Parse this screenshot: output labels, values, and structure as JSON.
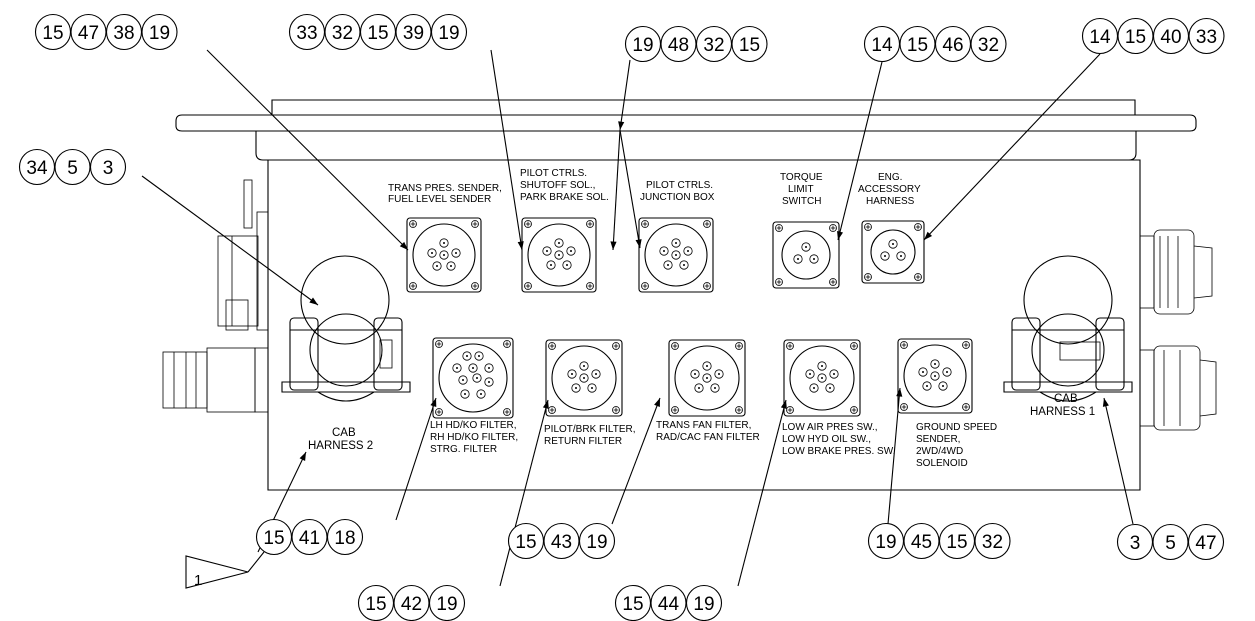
{
  "callouts": [
    {
      "id": "c1",
      "numbers": [
        "15",
        "47",
        "38",
        "19"
      ]
    },
    {
      "id": "c2",
      "numbers": [
        "33",
        "32",
        "15",
        "39",
        "19"
      ]
    },
    {
      "id": "c3",
      "numbers": [
        "19",
        "48",
        "32",
        "15"
      ]
    },
    {
      "id": "c4",
      "numbers": [
        "14",
        "15",
        "46",
        "32"
      ]
    },
    {
      "id": "c5",
      "numbers": [
        "14",
        "15",
        "40",
        "33"
      ]
    },
    {
      "id": "c6",
      "numbers": [
        "34",
        "5",
        "3"
      ]
    },
    {
      "id": "c7",
      "numbers": [
        "15",
        "41",
        "18"
      ]
    },
    {
      "id": "c8",
      "numbers": [
        "15",
        "42",
        "19"
      ]
    },
    {
      "id": "c9",
      "numbers": [
        "15",
        "43",
        "19"
      ]
    },
    {
      "id": "c10",
      "numbers": [
        "15",
        "44",
        "19"
      ]
    },
    {
      "id": "c11",
      "numbers": [
        "19",
        "45",
        "15",
        "32"
      ]
    },
    {
      "id": "c12",
      "numbers": [
        "3",
        "5",
        "47"
      ]
    }
  ],
  "labels": {
    "trans_pres": [
      "TRANS PRES. SENDER,",
      "FUEL LEVEL SENDER"
    ],
    "pilot_ctrls_shutoff": [
      "PILOT CTRLS.",
      "SHUTOFF SOL.,",
      "PARK BRAKE SOL."
    ],
    "pilot_ctrls_junction": [
      "PILOT CTRLS.",
      "JUNCTION BOX"
    ],
    "torque_limit": [
      "TORQUE",
      "LIMIT",
      "SWITCH"
    ],
    "eng_accessory": [
      "ENG.",
      "ACCESSORY",
      "HARNESS"
    ],
    "cab_harness_2": [
      "CAB",
      "HARNESS 2"
    ],
    "cab_harness_1": [
      "CAB",
      "HARNESS 1"
    ],
    "lh_hd_ko": [
      "LH HD/KO FILTER,",
      "RH HD/KO FILTER,",
      "STRG. FILTER"
    ],
    "pilot_brk": [
      "PILOT/BRK FILTER,",
      "RETURN FILTER"
    ],
    "trans_fan": [
      "TRANS FAN FILTER,",
      "RAD/CAC FAN FILTER"
    ],
    "low_air": [
      "LOW AIR PRES SW.,",
      "LOW HYD OIL SW.,",
      "LOW BRAKE PRES. SW."
    ],
    "ground_speed": [
      "GROUND SPEED",
      "SENDER,",
      "2WD/4WD",
      "SOLENOID"
    ]
  },
  "flag_note": "1"
}
